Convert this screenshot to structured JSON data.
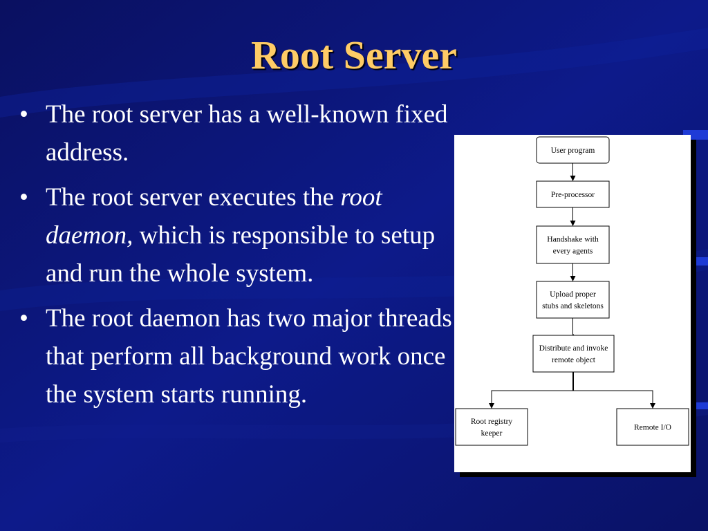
{
  "slide": {
    "title": "Root Server",
    "colors": {
      "background": "#0b1470",
      "title": "#ffcc66",
      "text": "#ffffff"
    },
    "bullets": [
      {
        "parts": [
          {
            "text": "The root server has a well-known fixed address.",
            "italic": false
          }
        ]
      },
      {
        "parts": [
          {
            "text": "The root server executes the ",
            "italic": false
          },
          {
            "text": "root daemon,",
            "italic": true
          },
          {
            "text": " which is responsible to setup and run the whole system.",
            "italic": false
          }
        ]
      },
      {
        "parts": [
          {
            "text": "The root daemon has two major threads that perform all background work once the system starts running.",
            "italic": false
          }
        ]
      }
    ]
  },
  "flowchart": {
    "nodes": [
      {
        "id": "user",
        "lines": [
          "User program"
        ]
      },
      {
        "id": "pre",
        "lines": [
          "Pre-processor"
        ]
      },
      {
        "id": "hand",
        "lines": [
          "Handshake with",
          "every agents"
        ]
      },
      {
        "id": "upload",
        "lines": [
          "Upload proper",
          "stubs and skeletons"
        ]
      },
      {
        "id": "dist",
        "lines": [
          "Distribute and invoke",
          "remote object"
        ]
      },
      {
        "id": "reg",
        "lines": [
          "Root registry",
          "keeper"
        ]
      },
      {
        "id": "rio",
        "lines": [
          "Remote I/O"
        ]
      }
    ],
    "edges": [
      [
        "user",
        "pre"
      ],
      [
        "pre",
        "hand"
      ],
      [
        "hand",
        "upload"
      ],
      [
        "upload",
        "dist"
      ],
      [
        "dist",
        "reg"
      ],
      [
        "dist",
        "rio"
      ]
    ]
  }
}
